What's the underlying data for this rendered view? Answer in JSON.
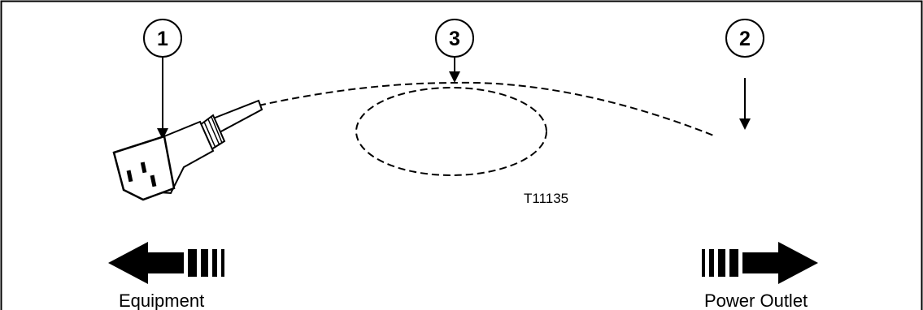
{
  "callouts": [
    "1",
    "3",
    "2"
  ],
  "figure_code": "T11135",
  "labels": {
    "left": "Equipment",
    "right": "Power Outlet"
  }
}
